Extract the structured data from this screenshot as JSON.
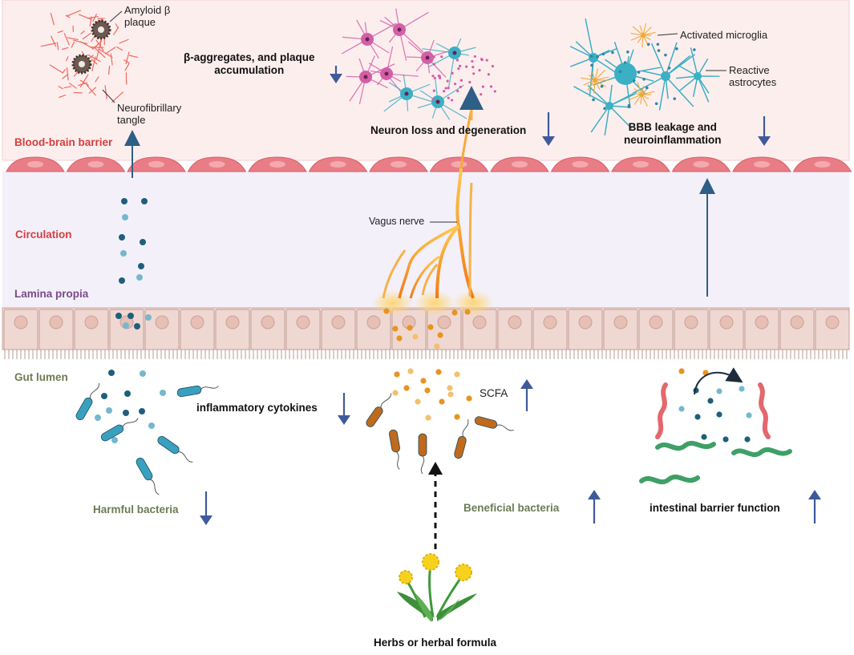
{
  "zones": {
    "bbb": "Blood-brain barrier",
    "circulation": "Circulation",
    "lamina": "Lamina propia",
    "lumen": "Gut lumen"
  },
  "brain": {
    "amyloid": "Amyloid β\nplaque",
    "tangle": "Neurofibrillary\ntangle",
    "aggregates": "β-aggregates, and plaque\naccumulation",
    "neuron_loss": "Neuron loss and degeneration",
    "microglia": "Activated microglia",
    "astrocytes": "Reactive\nastrocytes",
    "bbb_leak": "BBB leakage and\nneuroinflammation"
  },
  "gut": {
    "vagus": "Vagus nerve",
    "cytokines": "inflammatory cytokines",
    "scfa": "SCFA",
    "harmful": "Harmful bacteria",
    "beneficial": "Beneficial bacteria",
    "barrier": "intestinal barrier function",
    "herbs": "Herbs or herbal formula"
  },
  "trends": {
    "aggregates": "down",
    "neuron_loss": "down",
    "bbb_leak": "down",
    "cytokines": "down",
    "scfa": "up",
    "harmful": "down",
    "beneficial": "up",
    "barrier": "up"
  },
  "colors": {
    "brain_bg": "#fdeeee",
    "circulation_bg": "#f2effa",
    "endothelium": "#e97d86",
    "epithelium": "#f0d8d2",
    "trend_arrow": "#3e5a9a",
    "vagus": "#f08c24",
    "harmful_bacteria": "#3aa0bf",
    "beneficial_bacteria": "#c06a1c",
    "neuron": "#d35fa8",
    "microglia": "#3bb0c4"
  }
}
